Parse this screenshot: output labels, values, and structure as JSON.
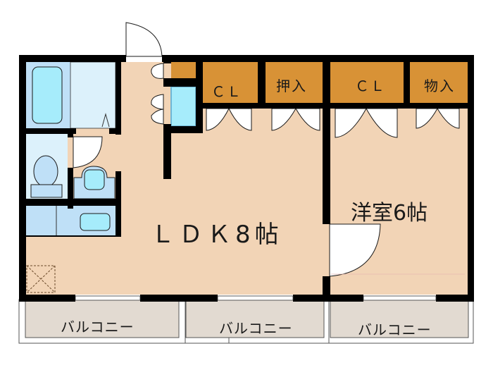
{
  "floorplan": {
    "colors": {
      "wall": "#000000",
      "floor": "#f2d4b6",
      "storage": "#d89236",
      "wet_area": "#bfe0f7",
      "wet_area_light": "#dcf1fb",
      "fixture": "#a6ecfb",
      "balcony": "#e2dad1",
      "door": "#ffffff"
    },
    "rooms": {
      "ldk": {
        "label": "ＬＤＫ8帖"
      },
      "western": {
        "label": "洋室6帖"
      }
    },
    "storage": [
      {
        "id": "cl-1",
        "label": "ＣＬ"
      },
      {
        "id": "oshiire",
        "label": "押入"
      },
      {
        "id": "cl-2",
        "label": "ＣＬ"
      },
      {
        "id": "monoire",
        "label": "物入"
      }
    ],
    "balconies": [
      {
        "label": "バルコニー"
      },
      {
        "label": "バルコニー"
      },
      {
        "label": "バルコニー"
      }
    ]
  }
}
